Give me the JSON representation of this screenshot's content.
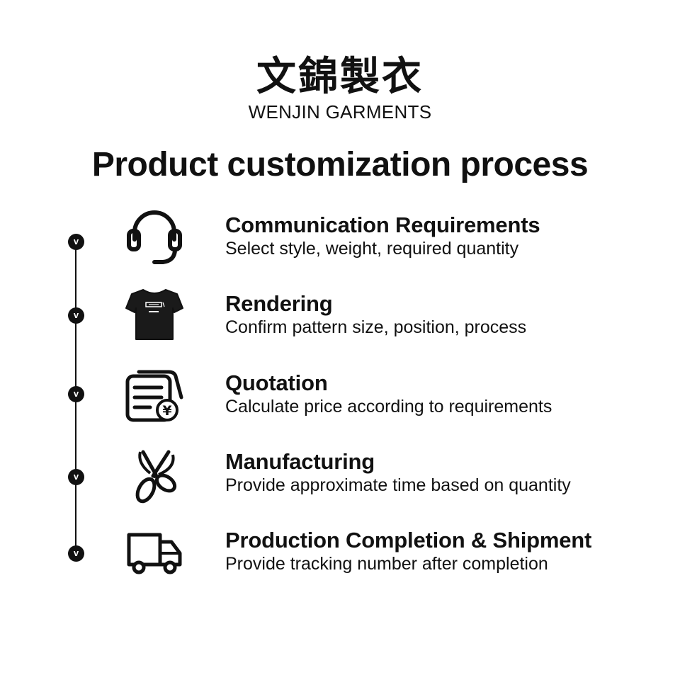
{
  "brand": {
    "name_cn": "文錦製衣",
    "name_en": "WENJIN GARMENTS"
  },
  "page_title": "Product customization process",
  "timeline_marker": "v",
  "steps": [
    {
      "title": "Communication Requirements",
      "description": "Select style, weight, required quantity",
      "icon": "headset-icon"
    },
    {
      "title": "Rendering",
      "description": "Confirm pattern size, position, process",
      "icon": "tshirt-icon"
    },
    {
      "title": "Quotation",
      "description": "Calculate price according to requirements",
      "icon": "quotation-document-icon",
      "icon_symbol": "¥"
    },
    {
      "title": "Manufacturing",
      "description": "Provide approximate time based on quantity",
      "icon": "scissors-icon"
    },
    {
      "title": "Production Completion & Shipment",
      "description": "Provide tracking number after completion",
      "icon": "delivery-truck-icon"
    }
  ],
  "colors": {
    "text": "#111111",
    "background": "#ffffff"
  }
}
